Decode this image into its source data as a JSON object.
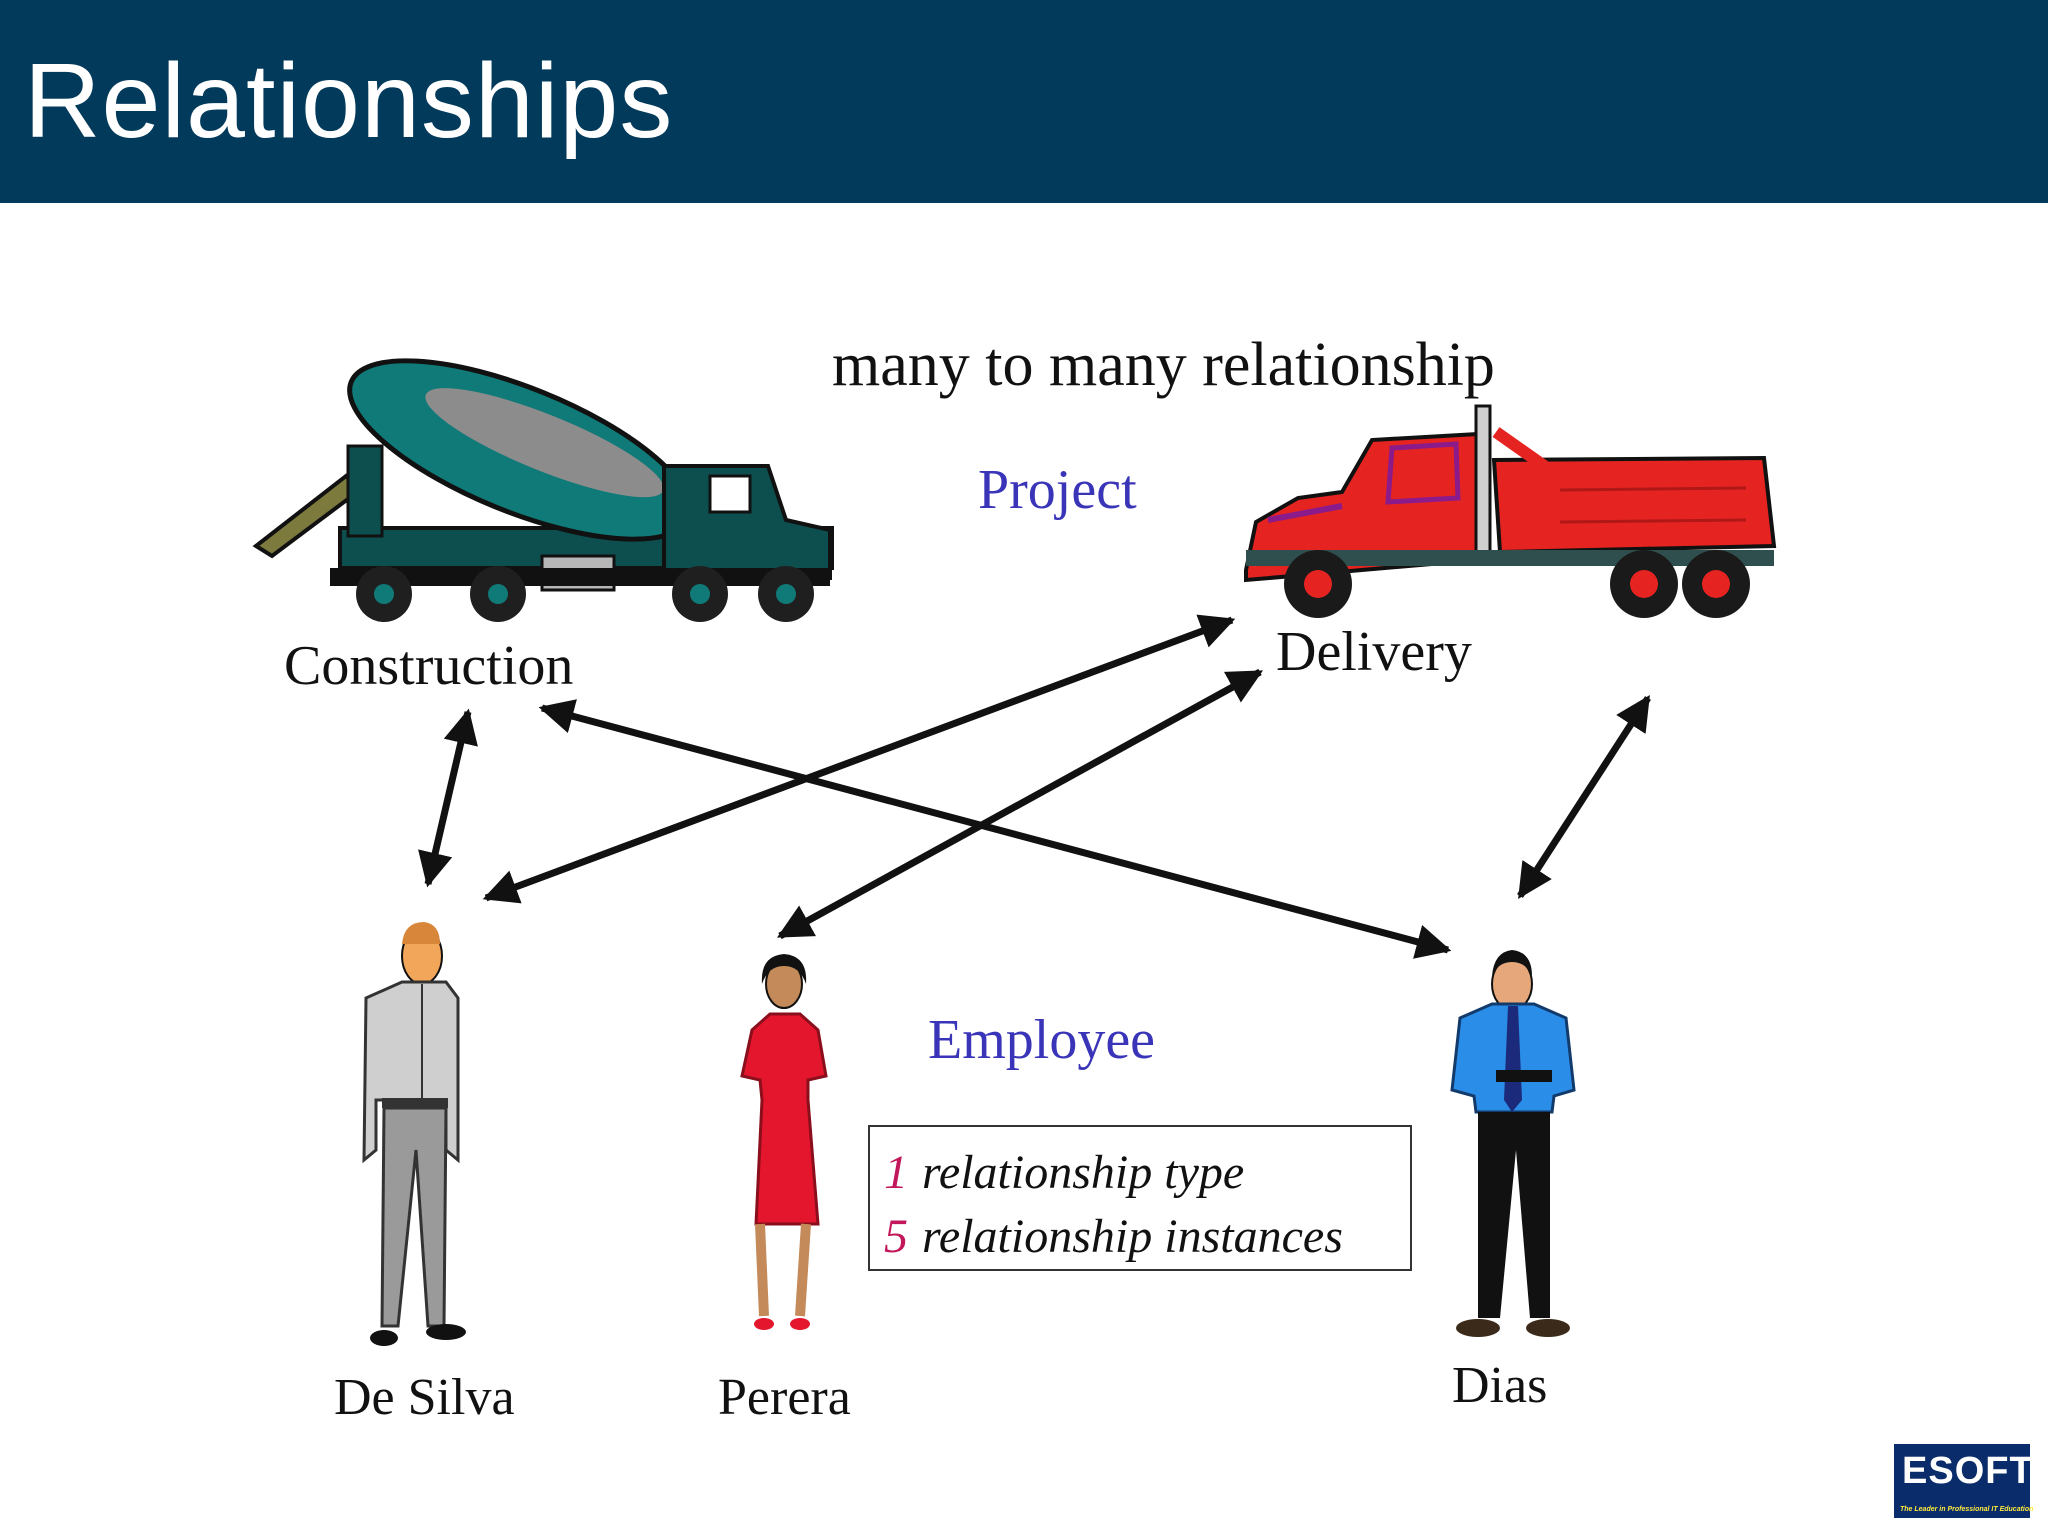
{
  "header": {
    "title": "Relationships"
  },
  "diagram": {
    "heading": "many to many relationship",
    "project_label": "Project",
    "employee_label": "Employee",
    "projects": {
      "construction": "Construction",
      "delivery": "Delivery"
    },
    "employees": {
      "de_silva": "De Silva",
      "perera": "Perera",
      "dias": "Dias"
    },
    "info_box": {
      "line1_number": "1",
      "line1_text": "relationship type",
      "line2_number": "5",
      "line2_text": "relationship instances"
    }
  },
  "logo": {
    "text": "ESOFT",
    "tagline": "The Leader in Professional IT Education"
  },
  "colors": {
    "header_bg": "#023a5b",
    "entity_label": "#3a35b8",
    "highlight_number": "#c2185b",
    "mixer_truck": "#0f7a78",
    "dump_truck": "#e52421",
    "logo_bg": "#0a2c6b"
  },
  "icons": [
    "cement-mixer-truck-icon",
    "dump-truck-icon",
    "man-in-grey-suit-icon",
    "woman-in-red-dress-icon",
    "man-in-blue-shirt-icon"
  ]
}
